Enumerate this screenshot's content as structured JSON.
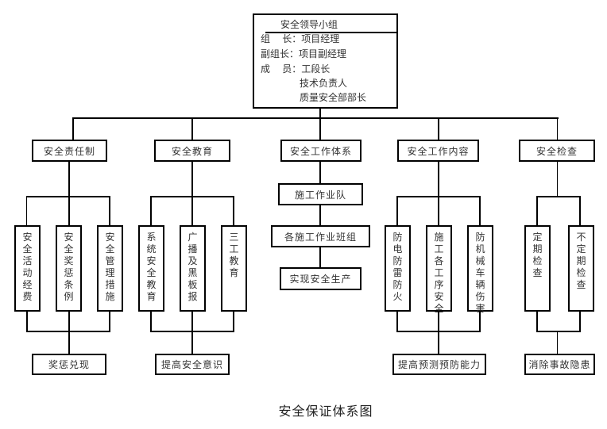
{
  "leadership": {
    "title": "安全领导小组",
    "rows": [
      {
        "label": "组    长：",
        "value": "项目经理"
      },
      {
        "label": "副组长：",
        "value": "项目副经理"
      },
      {
        "label": "成    员：",
        "value": "工段长"
      },
      {
        "label": "",
        "value": "技术负责人"
      },
      {
        "label": "",
        "value": "质量安全部部长"
      }
    ]
  },
  "branches": [
    {
      "label": "安全责任制",
      "items": [
        "安全活动经费",
        "安全奖惩条例",
        "安全管理措施"
      ],
      "result": "奖惩兑现"
    },
    {
      "label": "安全教育",
      "items": [
        "系统安全教育",
        "广播及黑板报",
        "三工教育"
      ],
      "result": "提高安全意识"
    },
    {
      "label": "安全工作体系",
      "chain": [
        "施工作业队",
        "各施工作业班组",
        "实现安全生产"
      ]
    },
    {
      "label": "安全工作内容",
      "items": [
        "防电防雷防火",
        "施工各工序安全",
        "防机械车辆伤害"
      ],
      "result": "提高预测预防能力"
    },
    {
      "label": "安全检查",
      "items": [
        "定期检查",
        "不定期检查"
      ],
      "result": "消除事故隐患"
    }
  ],
  "caption": "安全保证体系图"
}
